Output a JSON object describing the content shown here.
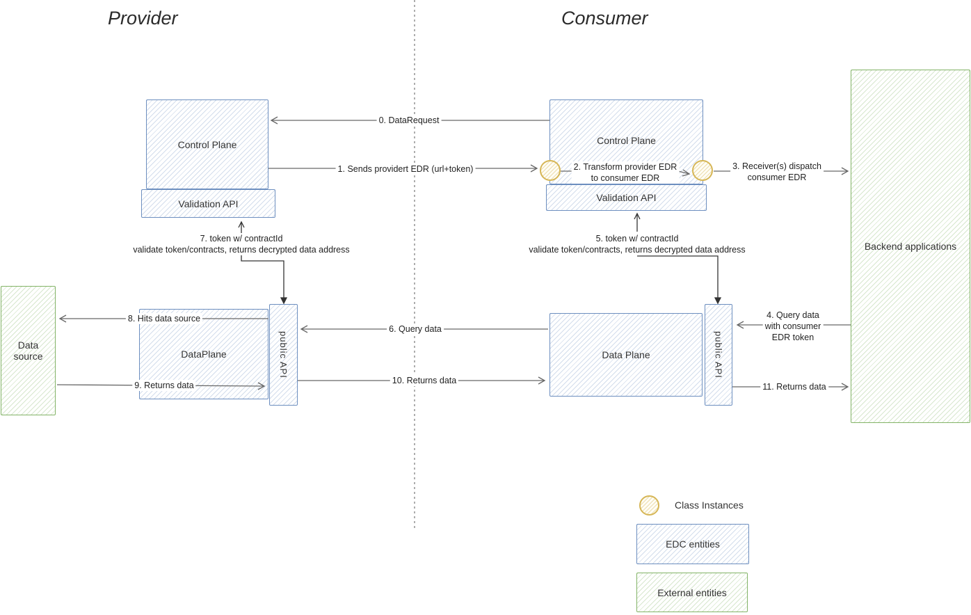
{
  "lanes": {
    "provider": "Provider",
    "consumer": "Consumer"
  },
  "nodes": {
    "provider_control_plane": "Control Plane",
    "provider_validation_api": "Validation API",
    "provider_data_plane": "DataPlane",
    "provider_public_api": "public API",
    "data_source": "Data source",
    "consumer_control_plane": "Control Plane",
    "consumer_validation_api": "Validation API",
    "consumer_data_plane": "Data Plane",
    "consumer_public_api": "public API",
    "backend": "Backend applications"
  },
  "messages": {
    "m0": "0. DataRequest",
    "m1": "1. Sends providert EDR (url+token)",
    "m2": "2. Transform provider EDR\nto consumer EDR",
    "m3": "3. Receiver(s) dispatch\nconsumer EDR",
    "m4": "4. Query data\nwith consumer\nEDR token",
    "m5": "5. token w/ contractId\nvalidate token/contracts, returns decrypted data address",
    "m6": "6. Query data",
    "m7": "7. token w/ contractId\nvalidate token/contracts, returns decrypted data address",
    "m8": "8. Hits data source",
    "m9": "9. Returns data",
    "m10": "10. Returns data",
    "m11": "11. Returns data"
  },
  "legend": {
    "class_instances": "Class Instances",
    "edc_entities": "EDC entities",
    "external_entities": "External entities"
  },
  "colors": {
    "edc_border": "#6c8ebf",
    "edc_fill": "#dae8fc",
    "external_border": "#82b366",
    "external_fill": "#d5e8d4",
    "instance_border": "#d6b656",
    "instance_fill": "#fff2cc",
    "connector": "#676767"
  }
}
